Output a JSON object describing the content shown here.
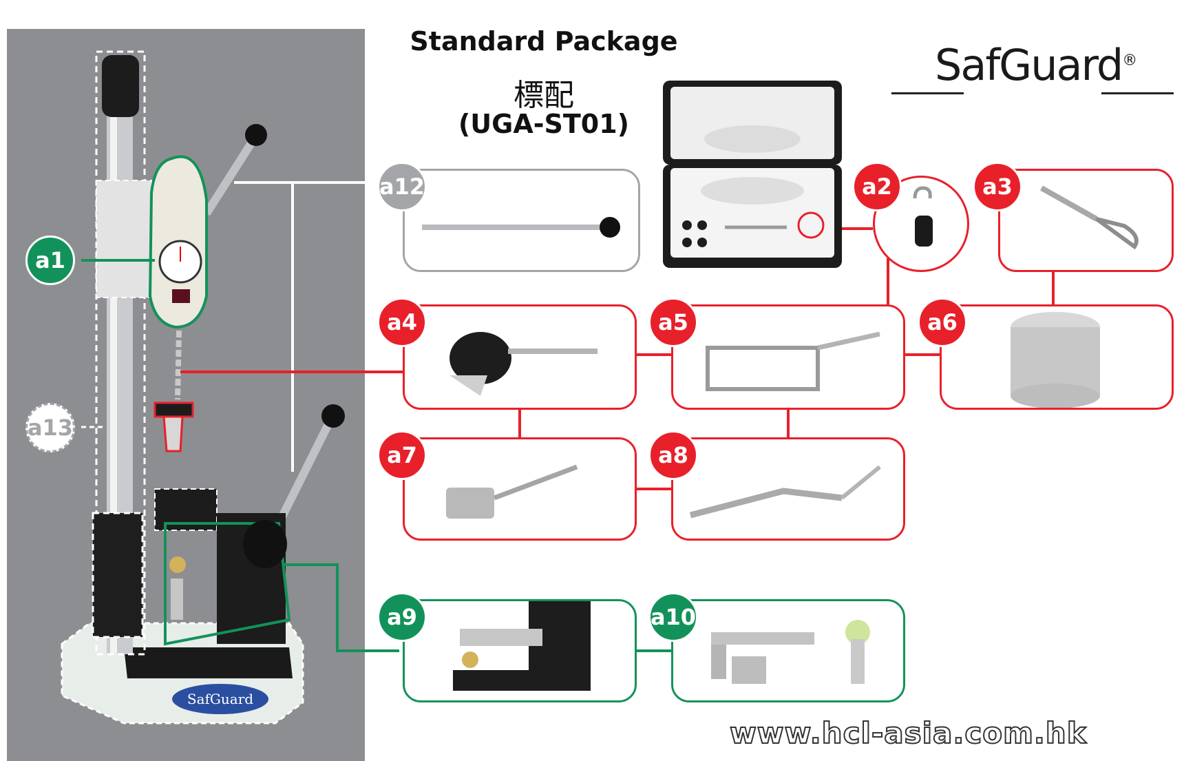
{
  "header": {
    "title": "Standard Package",
    "title_cn": "標配",
    "model_code": "(UGA-ST01)"
  },
  "brand": {
    "logo_text": "SafGuard",
    "registered_mark": "®",
    "stand_badge_text": "SafGuard"
  },
  "items": [
    {
      "id": "a1",
      "color": "green"
    },
    {
      "id": "a2",
      "color": "red"
    },
    {
      "id": "a3",
      "color": "red"
    },
    {
      "id": "a4",
      "color": "red"
    },
    {
      "id": "a5",
      "color": "red"
    },
    {
      "id": "a6",
      "color": "red"
    },
    {
      "id": "a7",
      "color": "red"
    },
    {
      "id": "a8",
      "color": "red"
    },
    {
      "id": "a9",
      "color": "green"
    },
    {
      "id": "a10",
      "color": "green"
    },
    {
      "id": "a12",
      "color": "grey"
    },
    {
      "id": "a13",
      "color": "white"
    }
  ],
  "colors": {
    "red": "#e8202a",
    "green": "#12925a",
    "grey": "#a4a5a8",
    "panel": "#8d8e91"
  },
  "footer": {
    "website": "www.hcl-asia.com.hk"
  }
}
